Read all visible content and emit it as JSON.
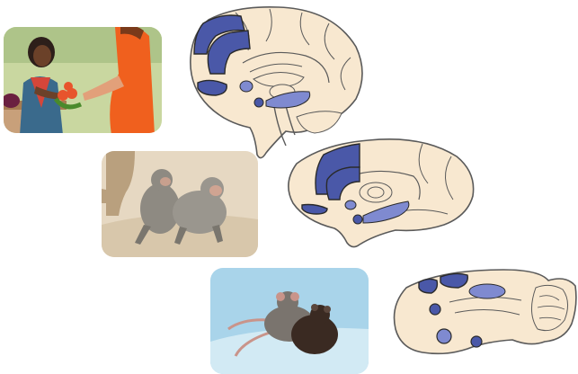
{
  "colors": {
    "brain_fill": "#f8e8d0",
    "brain_outline": "#5a5a5a",
    "region_dark": "#4a58a8",
    "region_light": "#7f8ad0",
    "region_pale": "#a9b0e0"
  },
  "rows": [
    {
      "species": "human",
      "scene_icon": "market-scene-illustration",
      "brain_icon": "human-brain-icon"
    },
    {
      "species": "macaque",
      "scene_icon": "grooming-macaques-illustration",
      "brain_icon": "macaque-brain-icon"
    },
    {
      "species": "mouse",
      "scene_icon": "huddling-mice-illustration",
      "brain_icon": "mouse-brain-icon"
    }
  ]
}
